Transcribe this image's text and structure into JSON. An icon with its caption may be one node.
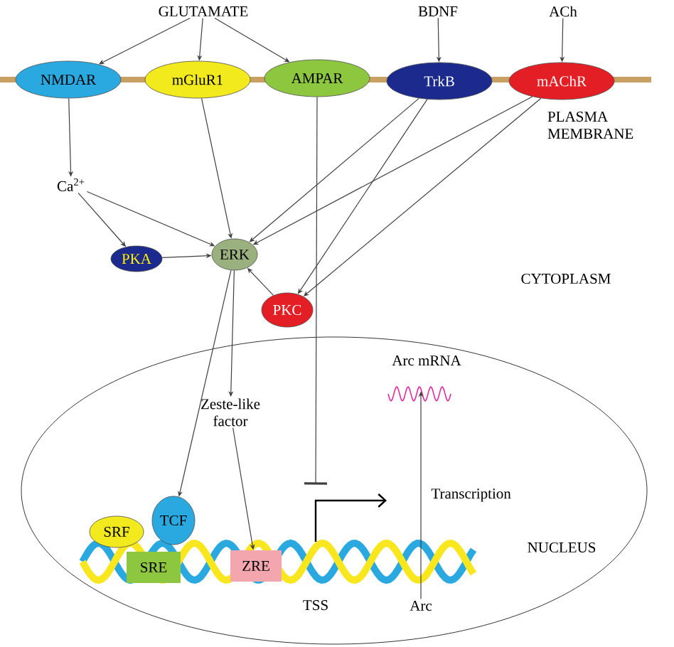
{
  "diagram": {
    "nodes": [
      {
        "text": [
          "GLUTAMATE"
        ]
      },
      {
        "text": [
          "BDNF"
        ]
      },
      {
        "text": [
          "ACh"
        ]
      },
      {
        "text": [
          "NMDAR"
        ]
      },
      {
        "text": [
          "mGluR1"
        ]
      },
      {
        "text": [
          "AMPAR"
        ]
      },
      {
        "text": [
          "TrkB"
        ]
      },
      {
        "text": [
          "mAChR"
        ]
      },
      {
        "text": [
          "Ca$^{2+}$"
        ]
      },
      {
        "text": [
          "PKA"
        ]
      },
      {
        "text": [
          "ERK"
        ]
      },
      {
        "text": [
          "PKC"
        ]
      },
      {
        "text": [
          "NUCLEUS"
        ]
      },
      {
        "text": [
          "Zeste-like factor"
        ],
        "in": 12
      },
      {
        "text": [
          "Arc mRNA"
        ],
        "in": 12
      },
      {
        "text": [
          "SRF"
        ],
        "in": 12
      },
      {
        "text": [
          "TCF"
        ],
        "in": 12
      },
      {
        "text": [
          "SRE"
        ],
        "in": 12
      },
      {
        "text": [
          "ZRE"
        ],
        "in": 12
      },
      {
        "text": [
          "Arc"
        ],
        "in": 12
      },
      {
        "text": [
          "TSS"
        ],
        "in": 12
      }
    ],
    "edges": [
      {
        "from": 0,
        "to": 3,
        "arrow": "to"
      },
      {
        "from": 0,
        "to": 4,
        "arrow": "to"
      },
      {
        "from": 0,
        "to": 5,
        "arrow": "to"
      },
      {
        "from": 1,
        "to": 6,
        "arrow": "to"
      },
      {
        "from": 2,
        "to": 7,
        "arrow": "to"
      },
      {
        "from": 3,
        "to": 8,
        "arrow": "to"
      },
      {
        "from": 8,
        "to": 9,
        "arrow": "to"
      },
      {
        "from": 8,
        "to": 10,
        "arrow": "to"
      },
      {
        "from": 9,
        "to": 10,
        "arrow": "to"
      },
      {
        "from": 4,
        "to": 10,
        "arrow": "to"
      },
      {
        "from": 6,
        "to": 10,
        "arrow": "to"
      },
      {
        "from": 7,
        "to": 10,
        "arrow": "to"
      },
      {
        "from": 6,
        "to": 11,
        "arrow": "to"
      },
      {
        "from": 7,
        "to": 11,
        "arrow": "to"
      },
      {
        "from": 11,
        "to": 10,
        "arrow": "to"
      },
      {
        "from": 10,
        "to": 13,
        "arrow": "to"
      },
      {
        "from": 10,
        "to": 16,
        "arrow": "to"
      },
      {
        "from": 13,
        "to": 18,
        "arrow": "to"
      },
      {
        "from": 5,
        "to": 20,
        "arrow": "other"
      },
      {
        "from": 19,
        "to": 14,
        "arrow": "to",
        "label": "Transcription"
      }
    ],
    "labels": [
      "PLASMA MEMBRANE",
      "CYTOPLASM"
    ]
  }
}
